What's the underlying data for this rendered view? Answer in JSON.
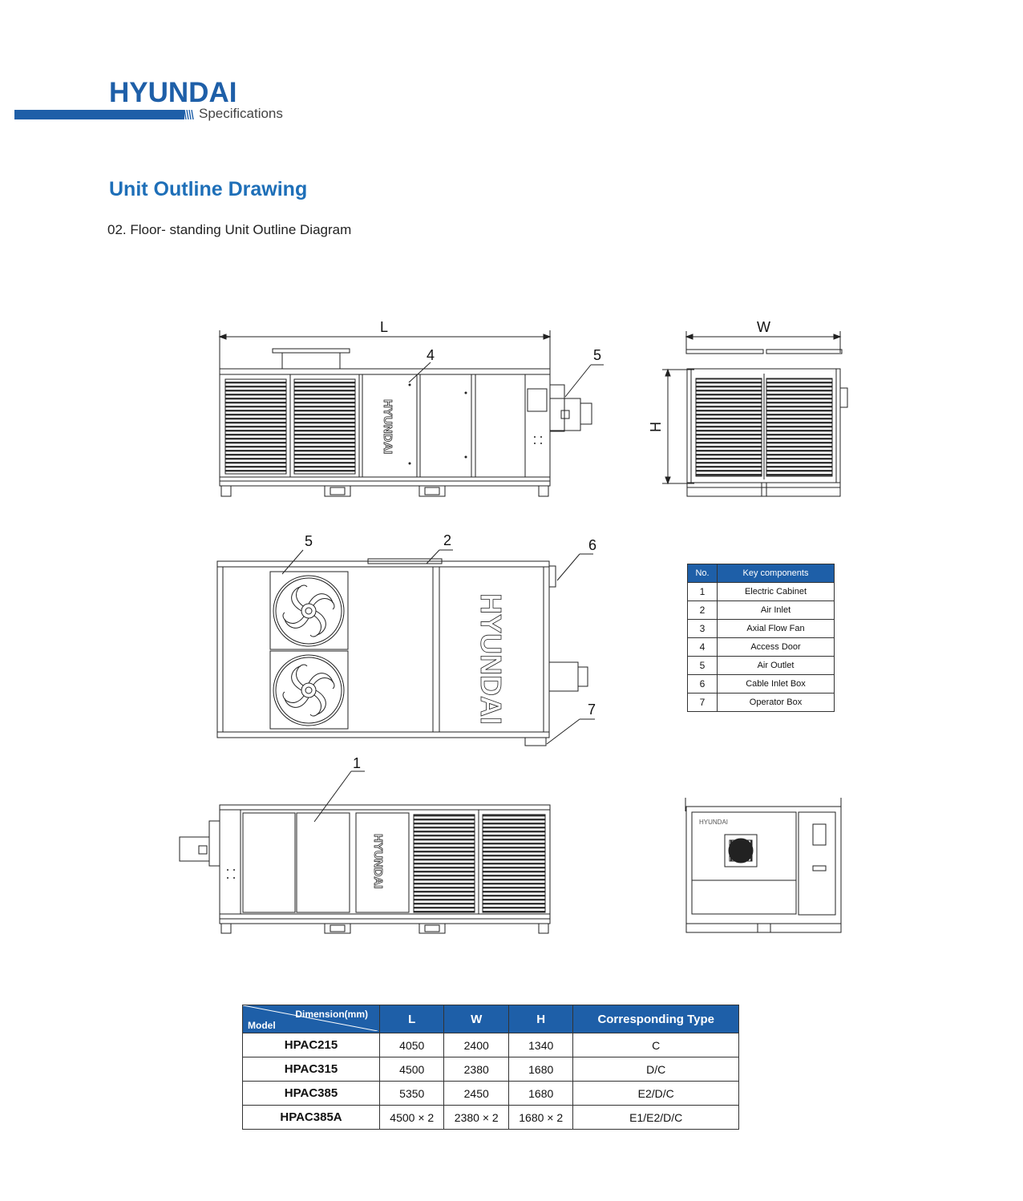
{
  "header": {
    "brand": "HYUNDAI",
    "section": "Specifications",
    "brand_color": "#1e5fa8"
  },
  "page": {
    "title": "Unit Outline Drawing",
    "subtitle": "02. Floor- standing Unit Outline Diagram"
  },
  "drawing": {
    "dimension_labels": {
      "length": "L",
      "width": "W",
      "height": "H"
    },
    "callouts": [
      "1",
      "2",
      "4",
      "5",
      "6",
      "7"
    ],
    "unit_marking": "HYUNDAI"
  },
  "key_components": {
    "headers": [
      "No.",
      "Key components"
    ],
    "rows": [
      [
        "1",
        "Electric Cabinet"
      ],
      [
        "2",
        "Air Inlet"
      ],
      [
        "3",
        "Axial Flow Fan"
      ],
      [
        "4",
        "Access Door"
      ],
      [
        "5",
        "Air Outlet"
      ],
      [
        "6",
        "Cable Inlet Box"
      ],
      [
        "7",
        "Operator Box"
      ]
    ]
  },
  "dimensions_table": {
    "corner_top": "Dimension(mm)",
    "corner_bottom": "Model",
    "headers": [
      "L",
      "W",
      "H",
      "Corresponding Type"
    ],
    "rows": [
      [
        "HPAC215",
        "4050",
        "2400",
        "1340",
        "C"
      ],
      [
        "HPAC315",
        "4500",
        "2380",
        "1680",
        "D/C"
      ],
      [
        "HPAC385",
        "5350",
        "2450",
        "1680",
        "E2/D/C"
      ],
      [
        "HPAC385A",
        "4500 × 2",
        "2380 × 2",
        "1680 × 2",
        "E1/E2/D/C"
      ]
    ]
  }
}
